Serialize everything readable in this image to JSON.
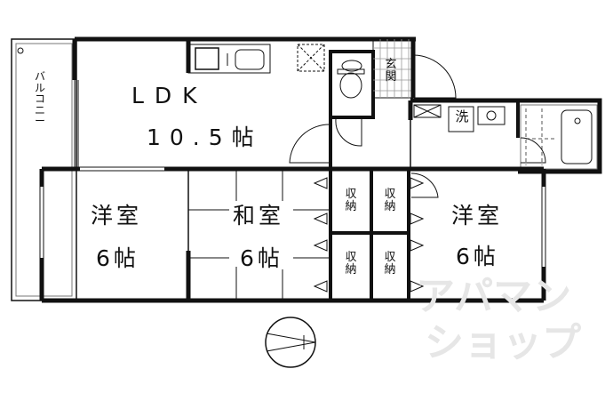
{
  "rooms": {
    "ldk": {
      "name": "LDK",
      "size": "10.5帖"
    },
    "western_left": {
      "name": "洋室",
      "size": "6帖"
    },
    "japanese": {
      "name": "和室",
      "size": "6帖"
    },
    "western_right": {
      "name": "洋室",
      "size": "6帖"
    },
    "balcony": "バルコニー",
    "entrance": "玄関",
    "washroom": "洗",
    "storage": [
      "収納",
      "収納",
      "収納",
      "収納"
    ]
  },
  "watermark": {
    "line1": "アパマン",
    "line2": "ショップ"
  }
}
